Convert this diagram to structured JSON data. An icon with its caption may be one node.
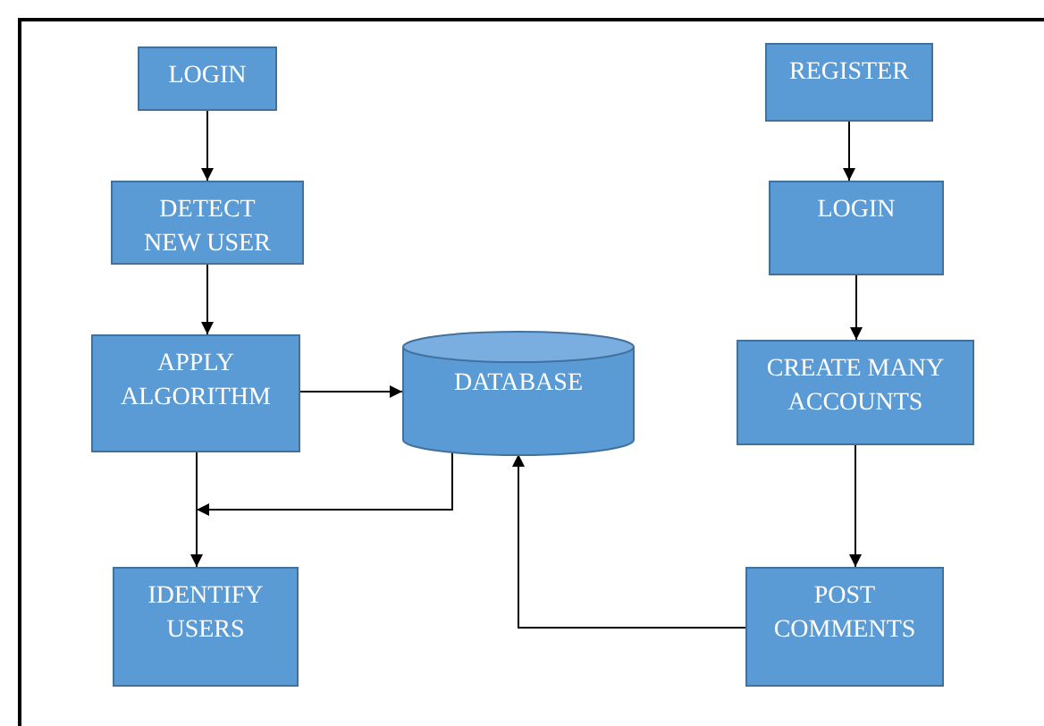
{
  "diagram": {
    "nodes": [
      {
        "text": [
          "LOGIN"
        ]
      },
      {
        "text": [
          "DETECT NEW USER"
        ]
      },
      {
        "text": [
          "APPLY ALGORITHM"
        ]
      },
      {
        "text": [
          "DATABASE"
        ]
      },
      {
        "text": [
          "IDENTIFY USERS"
        ]
      },
      {
        "text": [
          "REGISTER"
        ]
      },
      {
        "text": [
          "LOGIN"
        ]
      },
      {
        "text": [
          "CREATE MANY ACCOUNTS"
        ]
      },
      {
        "text": [
          "POST COMMENTS"
        ]
      }
    ],
    "edges": [
      {
        "from": 0,
        "to": 1,
        "arrow": "to"
      },
      {
        "from": 1,
        "to": 2,
        "arrow": "to"
      },
      {
        "from": 2,
        "to": 3,
        "arrow": "to"
      },
      {
        "from": 2,
        "to": 4,
        "arrow": "to"
      },
      {
        "from": 3,
        "to": 4,
        "arrow": "to"
      },
      {
        "from": 5,
        "to": 6,
        "arrow": "to"
      },
      {
        "from": 6,
        "to": 7,
        "arrow": "to"
      },
      {
        "from": 7,
        "to": 8,
        "arrow": "to"
      },
      {
        "from": 8,
        "to": 3,
        "arrow": "to"
      }
    ]
  }
}
